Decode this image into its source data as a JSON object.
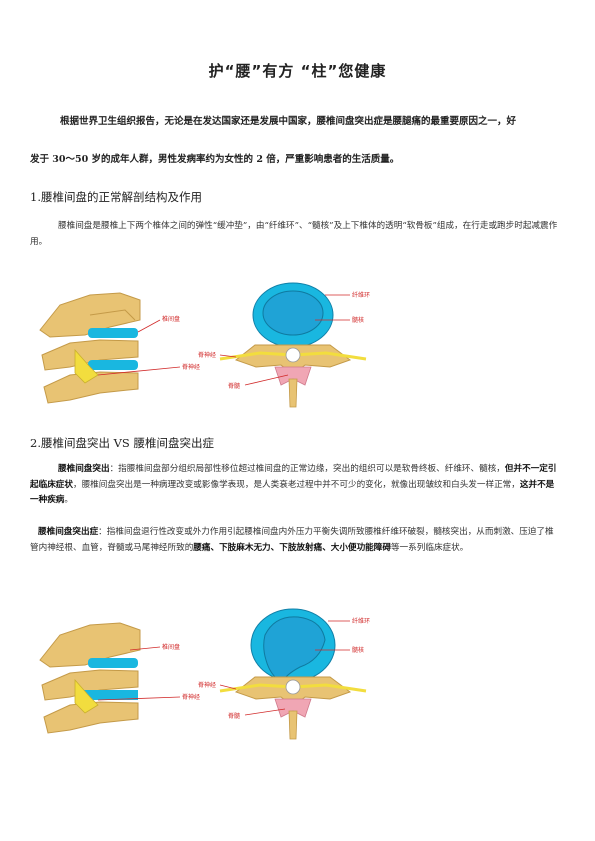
{
  "title": "护“腰”有方 “柱”您健康",
  "intro": {
    "line1": "根据世界卫生组织报告，无论是在发达国家还是发展中国家，腰椎间盘突出症是腰腿痛的最重要原因之一，好",
    "line2": "发于 30～50 岁的成年人群，男性发病率约为女性的 2 倍，严重影响患者的生活质量。"
  },
  "section1": {
    "heading": "1.腰椎间盘的正常解剖结构及作用",
    "text": "腰椎间盘是腰椎上下两个椎体之间的弹性“缓冲垫”，由“纤维环”、“髓核”及上下椎体的透明“软骨板”组成，在行走或跑步时起减震作用。"
  },
  "section2": {
    "heading": "2.腰椎间盘突出 VS 腰椎间盘突出症",
    "p1_term": "腰椎间盘突出",
    "p1_a": "：指腰椎间盘部分组织局部性移位超过椎间盘的正常边缘，突出的组织可以是软骨终板、纤维环、髓核，",
    "p1_bold1": "但并不一定引起临床症状",
    "p1_b": "，腰椎间盘突出是一种病理改变或影像学表现，是人类衰老过程中并不可少的变化，就像出现皱纹和白头发一样正常，",
    "p1_bold2": "这并不是一种疾病",
    "p1_c": "。",
    "p2_term": "腰椎间盘突出症",
    "p2_a": "：指椎间盘退行性改变或外力作用引起腰椎间盘内外压力平衡失调所致腰椎纤维环破裂，髓核突出，从而刺激、压迫了椎管内神经根、血管，脊髓或马尾神经所致的",
    "p2_bold": "腰痛、下肢麻木无力、下肢放射痛、大小便功能障碍",
    "p2_b": "等一系列临床症状。"
  },
  "figure_labels": {
    "disc": "椎间盘",
    "spinal_nerve": "脊神经",
    "annulus": "纤维环",
    "nucleus": "髓核",
    "spinal_cord": "脊髓"
  },
  "colors": {
    "bone": "#e8c373",
    "disc": "#19b7e0",
    "nucleus": "#1fa3d6",
    "nerve": "#f2dd3e",
    "cord": "#f0a6b4",
    "label": "#d12a2a"
  }
}
